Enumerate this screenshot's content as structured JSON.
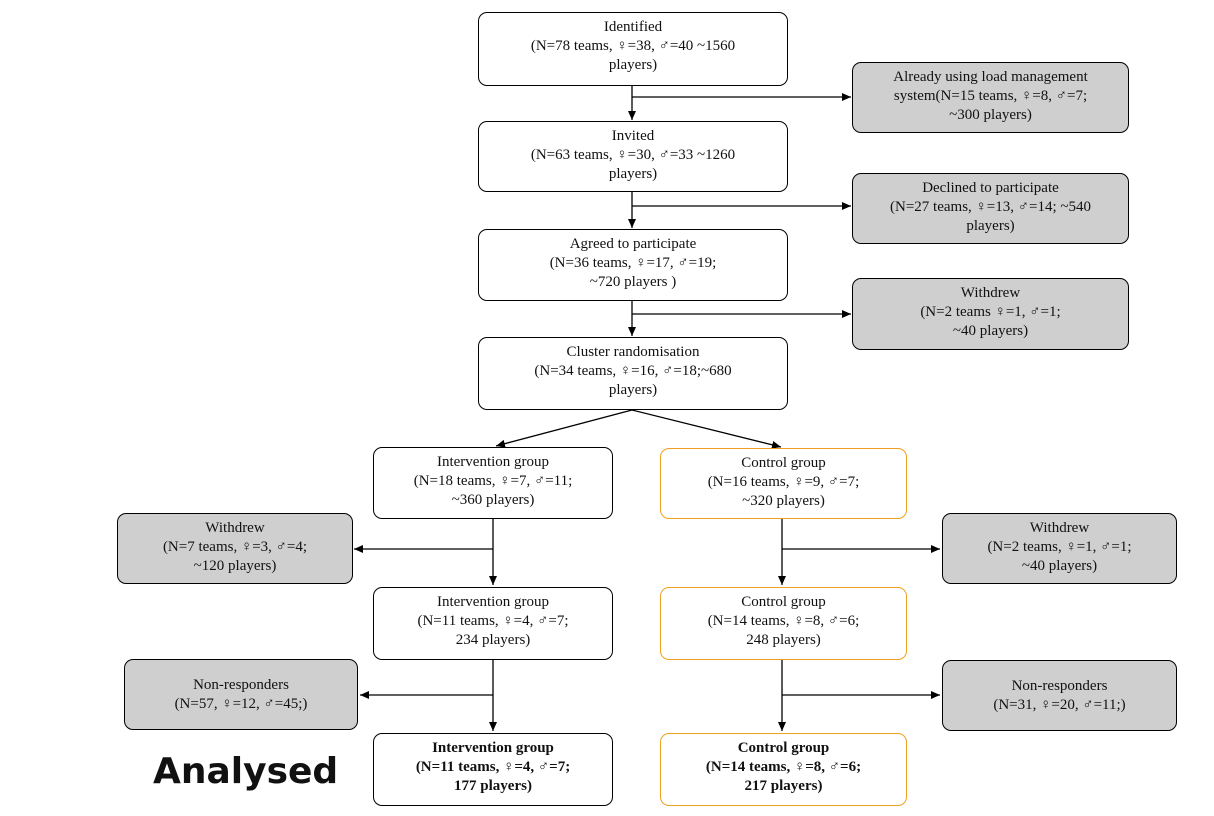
{
  "flowchart": {
    "identified": {
      "title": "Identified",
      "line1": "(N=78 teams, ♀=38, ♂=40  ~1560",
      "line2": "players)"
    },
    "already_using": {
      "title": "Already using load management",
      "line1": "system(N=15 teams, ♀=8, ♂=7;",
      "line2": "~300 players)"
    },
    "invited": {
      "title": "Invited",
      "line1": "(N=63 teams, ♀=30, ♂=33  ~1260",
      "line2": "players)"
    },
    "declined": {
      "title": "Declined to participate",
      "line1": "(N=27 teams, ♀=13, ♂=14; ~540",
      "line2": "players)"
    },
    "agreed": {
      "title": "Agreed to participate",
      "line1": "(N=36 teams, ♀=17, ♂=19;",
      "line2": "~720 players )"
    },
    "withdrew_top": {
      "title": "Withdrew",
      "line1": "(N=2 teams ♀=1, ♂=1;",
      "line2": "~40 players)"
    },
    "randomisation": {
      "title": "Cluster randomisation",
      "line1": "(N=34 teams, ♀=16, ♂=18;~680",
      "line2": "players)"
    },
    "intervention_1": {
      "title": "Intervention group",
      "line1": "(N=18 teams, ♀=7, ♂=11;",
      "line2": "~360 players)"
    },
    "control_1": {
      "title": "Control group",
      "line1": "(N=16 teams, ♀=9, ♂=7;",
      "line2": "~320 players)"
    },
    "withdrew_left": {
      "title": "Withdrew",
      "line1": "(N=7 teams, ♀=3, ♂=4;",
      "line2": "~120 players)"
    },
    "withdrew_right": {
      "title": "Withdrew",
      "line1": "(N=2 teams, ♀=1, ♂=1;",
      "line2": "~40 players)"
    },
    "intervention_2": {
      "title": "Intervention group",
      "line1": "(N=11 teams, ♀=4, ♂=7;",
      "line2": "234 players)"
    },
    "control_2": {
      "title": "Control group",
      "line1": "(N=14 teams, ♀=8, ♂=6;",
      "line2": "248 players)"
    },
    "nonresp_left": {
      "title": "Non-responders",
      "line1": "(N=57, ♀=12, ♂=45;)"
    },
    "nonresp_right": {
      "title": "Non-responders",
      "line1": "(N=31, ♀=20, ♂=11;)"
    },
    "intervention_final": {
      "title": "Intervention group",
      "line1": "(N=11 teams, ♀=4, ♂=7;",
      "line2": "177 players)"
    },
    "control_final": {
      "title": "Control group",
      "line1": "(N=14 teams, ♀=8, ♂=6;",
      "line2": "217 players)"
    },
    "analysed_label": "Analysed"
  },
  "colors": {
    "box_border": "#000000",
    "excluded_fill": "#cfcfcf",
    "control_border": "#f0a020",
    "arrow": "#000000"
  }
}
